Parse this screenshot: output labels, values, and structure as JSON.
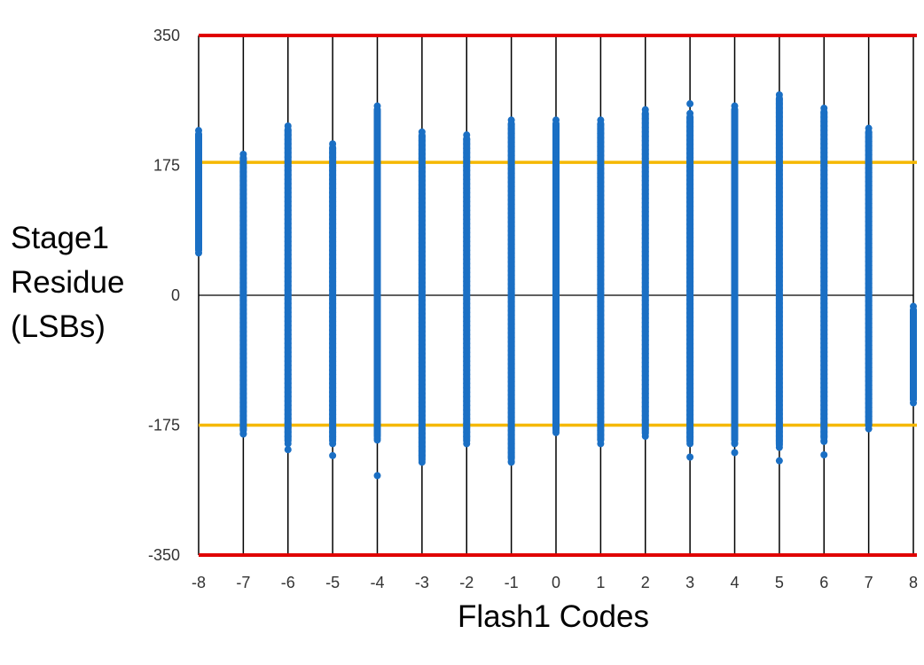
{
  "chart_data": {
    "type": "scatter",
    "title": "",
    "xlabel": "Flash1 Codes",
    "ylabel_lines": [
      "Stage1",
      "Residue",
      "(LSBs)"
    ],
    "x_ticks": [
      "-8",
      "-7",
      "-6",
      "-5",
      "-4",
      "-3",
      "-2",
      "-1",
      "0",
      "1",
      "2",
      "3",
      "4",
      "5",
      "6",
      "7",
      "8"
    ],
    "y_ticks": [
      "350",
      "175",
      "0",
      "-175",
      "-350"
    ],
    "xlim": [
      -8,
      8
    ],
    "ylim": [
      -350,
      350
    ],
    "grid": true,
    "point_color": "#1a6fc4",
    "reference_lines": [
      {
        "y": 350,
        "color": "#e00000"
      },
      {
        "y": 179,
        "color": "#f5b800"
      },
      {
        "y": -175,
        "color": "#f5b800"
      },
      {
        "y": -350,
        "color": "#e00000"
      }
    ],
    "series": [
      {
        "x": -8,
        "y_min": 57,
        "y_max": 222,
        "outliers": []
      },
      {
        "x": -7,
        "y_min": -187,
        "y_max": 190,
        "outliers": []
      },
      {
        "x": -6,
        "y_min": -200,
        "y_max": 228,
        "outliers": [
          -208
        ]
      },
      {
        "x": -5,
        "y_min": -200,
        "y_max": 204,
        "outliers": [
          -216
        ]
      },
      {
        "x": -4,
        "y_min": -195,
        "y_max": 255,
        "outliers": [
          -243
        ]
      },
      {
        "x": -3,
        "y_min": -225,
        "y_max": 220,
        "outliers": []
      },
      {
        "x": -2,
        "y_min": -200,
        "y_max": 216,
        "outliers": []
      },
      {
        "x": -1,
        "y_min": -225,
        "y_max": 236,
        "outliers": []
      },
      {
        "x": 0,
        "y_min": -185,
        "y_max": 236,
        "outliers": []
      },
      {
        "x": 1,
        "y_min": -200,
        "y_max": 236,
        "outliers": []
      },
      {
        "x": 2,
        "y_min": -190,
        "y_max": 250,
        "outliers": []
      },
      {
        "x": 3,
        "y_min": -200,
        "y_max": 245,
        "outliers": [
          -218,
          258
        ]
      },
      {
        "x": 4,
        "y_min": -200,
        "y_max": 255,
        "outliers": [
          -212
        ]
      },
      {
        "x": 5,
        "y_min": -205,
        "y_max": 270,
        "outliers": [
          -223
        ]
      },
      {
        "x": 6,
        "y_min": -197,
        "y_max": 252,
        "outliers": [
          -215
        ]
      },
      {
        "x": 7,
        "y_min": -180,
        "y_max": 225,
        "outliers": []
      },
      {
        "x": 8,
        "y_min": -145,
        "y_max": -15,
        "outliers": []
      }
    ]
  }
}
